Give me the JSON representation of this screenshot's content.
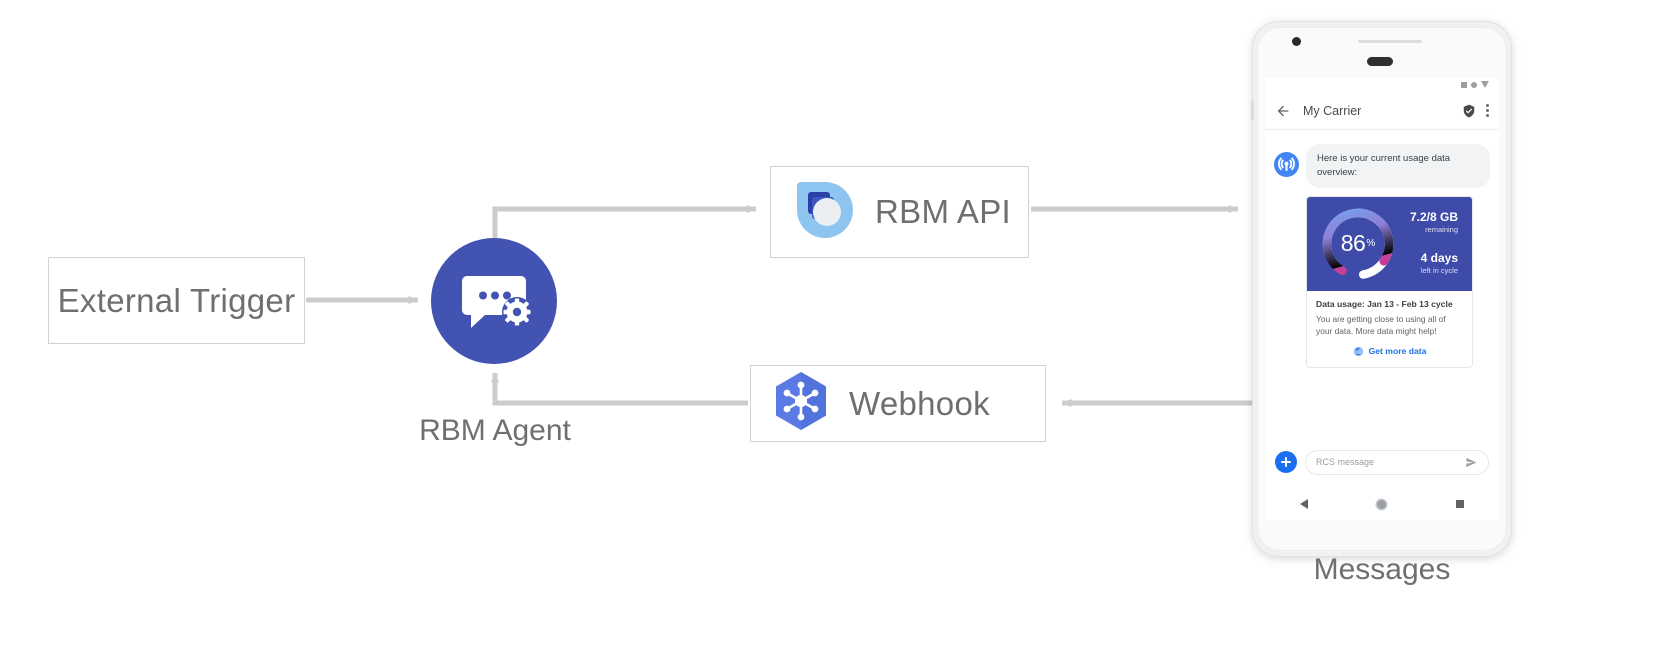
{
  "diagram": {
    "nodes": {
      "external_trigger": {
        "label": "External Trigger",
        "icon": "none"
      },
      "rbm_agent": {
        "caption": "RBM Agent",
        "icon": "chat-bubble-gear-icon",
        "color": "#4253b2"
      },
      "rbm_api": {
        "label": "RBM API",
        "icon": "rbm-api-logo"
      },
      "webhook": {
        "label": "Webhook",
        "icon": "cloud-functions-hexagon-icon"
      },
      "messages": {
        "caption": "Messages"
      }
    },
    "wire_color": "#cccccc"
  },
  "phone": {
    "status_bar": {
      "icons": [
        "square-icon",
        "circle-icon",
        "triangle-down-icon"
      ]
    },
    "app_bar": {
      "back_icon": "back-arrow-icon",
      "title": "My Carrier",
      "verified_icon": "verified-shield-icon",
      "overflow_icon": "overflow-menu-icon"
    },
    "conversation": {
      "avatar_icon": "signal-tower-icon",
      "message_text": "Here is your current usage data overview:",
      "card": {
        "gauge": {
          "value": "86",
          "unit": "%",
          "percent": 86
        },
        "stats": [
          {
            "main": "7.2/8 GB",
            "sub": "remaining"
          },
          {
            "main": "4 days",
            "sub": "left in cycle"
          }
        ],
        "title": "Data usage: Jan 13 - Feb 13 cycle",
        "description": "You are getting close to using all of your data. More data might help!",
        "action": {
          "icon": "globe-icon",
          "label": "Get more data",
          "color": "#1a73e8"
        }
      }
    },
    "composer": {
      "add_icon": "plus-icon",
      "placeholder": "RCS message",
      "send_icon": "send-icon"
    },
    "nav_bar": {
      "back_icon": "nav-back-icon",
      "home_icon": "nav-home-icon",
      "recents_icon": "nav-recents-icon"
    }
  }
}
